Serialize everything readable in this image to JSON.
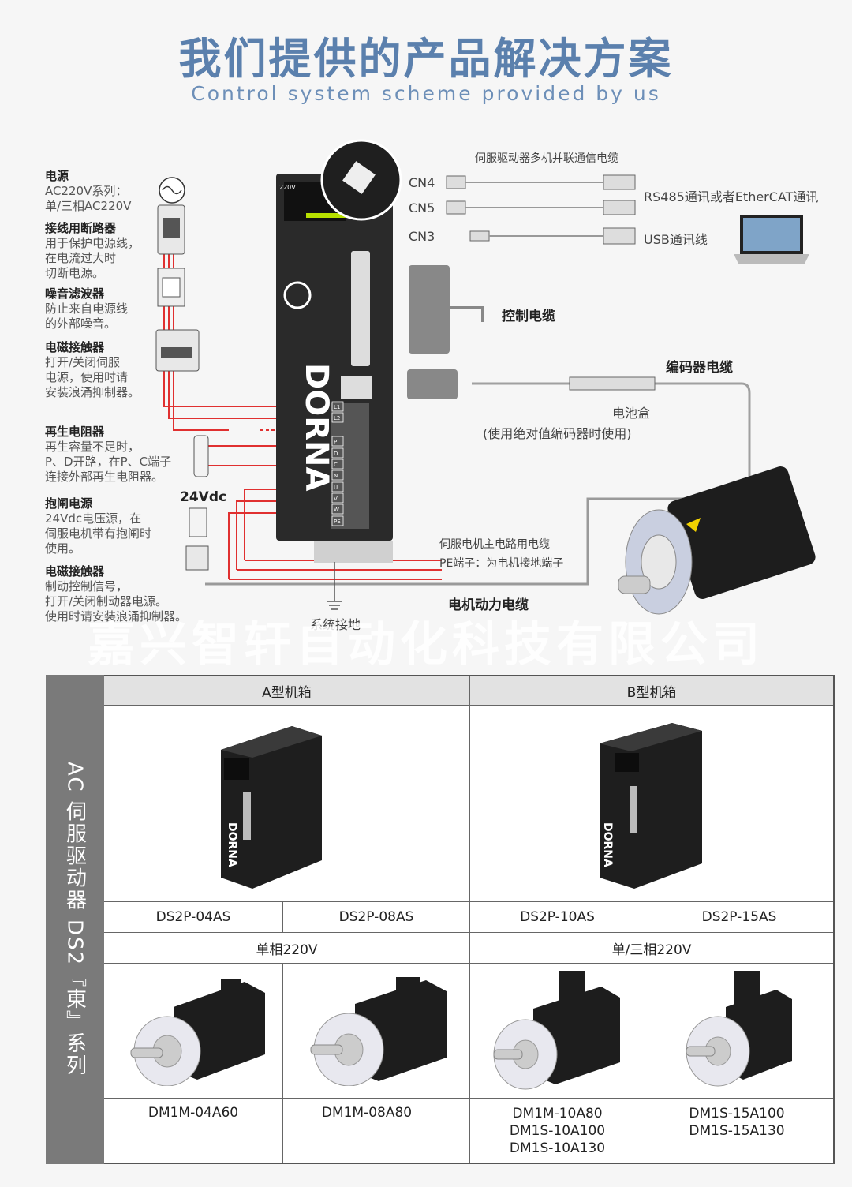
{
  "header": {
    "title": "我们提供的产品解决方案",
    "subtitle": "Control system scheme provided by us"
  },
  "left_labels": [
    {
      "title": "电源",
      "lines": [
        "AC220V系列：",
        "单/三相AC220V"
      ]
    },
    {
      "title": "接线用断路器",
      "lines": [
        "用于保护电源线，",
        "在电流过大时",
        "切断电源。"
      ]
    },
    {
      "title": "噪音滤波器",
      "lines": [
        "防止来自电源线",
        "的外部噪音。"
      ]
    },
    {
      "title": "电磁接触器",
      "lines": [
        "打开/关闭伺服",
        "电源，使用时请",
        "安装浪涌抑制器。"
      ]
    },
    {
      "title": "再生电阻器",
      "lines": [
        "再生容量不足时，",
        "P、D开路，在P、C端子",
        "连接外部再生电阻器。"
      ]
    },
    {
      "title": "抱闸电源",
      "lines": [
        "24Vdc电压源，在",
        "伺服电机带有抱闸时",
        "使用。"
      ]
    },
    {
      "title": "电磁接触器",
      "lines": [
        "制动控制信号，",
        "打开/关闭制动器电源。",
        "使用时请安装浪涌抑制器。"
      ]
    }
  ],
  "diagram": {
    "cn4": "CN4",
    "cn5": "CN5",
    "cn3": "CN3",
    "multi_cable": "伺服驱动器多机并联通信电缆",
    "rs485": "RS485通讯或者EtherCAT通讯",
    "usb": "USB通讯线",
    "control_cable": "控制电缆",
    "encoder_cable": "编码器电缆",
    "battery_box": "电池盒",
    "battery_note": "(使用绝对值编码器时使用)",
    "vdc": "24Vdc",
    "motor_main_cable": "伺服电机主电路用电缆",
    "pe_note": "PE端子：为电机接地端子",
    "motor_power_cable": "电机动力电缆",
    "ground": "系统接地",
    "drive_brand": "DORNA",
    "drive_voltage": "220V",
    "terminals": [
      "L1",
      "L2",
      "P",
      "D",
      "C",
      "N",
      "U",
      "V",
      "W",
      "PE"
    ]
  },
  "watermark": "嘉兴智轩自动化科技有限公司",
  "table": {
    "side_title": "AC 伺服驱动器 DS2『東』系列",
    "box_a": "A型机箱",
    "box_b": "B型机箱",
    "models": [
      "DS2P-04AS",
      "DS2P-08AS",
      "DS2P-10AS",
      "DS2P-15AS"
    ],
    "phase_a": "单相220V",
    "phase_b": "单/三相220V",
    "motors": [
      [
        "DM1M-04A60"
      ],
      [
        "DM1M-08A80"
      ],
      [
        "DM1M-10A80",
        "DM1S-10A100",
        "DM1S-10A130"
      ],
      [
        "DM1S-15A100",
        "DM1S-15A130"
      ]
    ]
  },
  "colors": {
    "title": "#5b80ad",
    "wire_red": "#e03030",
    "wire_gray": "#9a9a9a",
    "drive_body": "#2a2a2a"
  }
}
